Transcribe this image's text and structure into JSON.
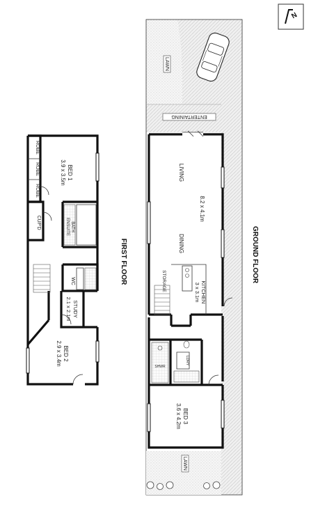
{
  "floors": {
    "first": "FIRST FLOOR",
    "ground": "GROUND FLOOR"
  },
  "rooms": {
    "bed1": {
      "name": "BED 1",
      "size": "3.9 x 3.5m"
    },
    "robe1": "ROBE",
    "robe2": "ROBE",
    "robe3": "ROBE",
    "cupd": "CUP'D",
    "bath": "BATH",
    "ensuite": "ENSUITE",
    "wc": "WC",
    "study": {
      "name": "STUDY",
      "size": "2.1 x 2.1m"
    },
    "bed2": {
      "name": "BED 2",
      "size": "2.9 x 3.4m"
    },
    "lawn_top": "LAWN",
    "entertaining": "ENTERTAINING",
    "living": "LIVING",
    "living_size": "8.2 x 4.1m",
    "dining": "DINING",
    "storage": "STORAGE",
    "kitchen": {
      "name": "KITCHEN",
      "size": "3 x 3.1m"
    },
    "ldry": "LDRY",
    "shower": "SHWR",
    "bed3": {
      "name": "BED 3",
      "size": "3.6 x 4.2m"
    },
    "lawn_bottom": "LAWN"
  },
  "compass": {
    "letter": "N"
  }
}
